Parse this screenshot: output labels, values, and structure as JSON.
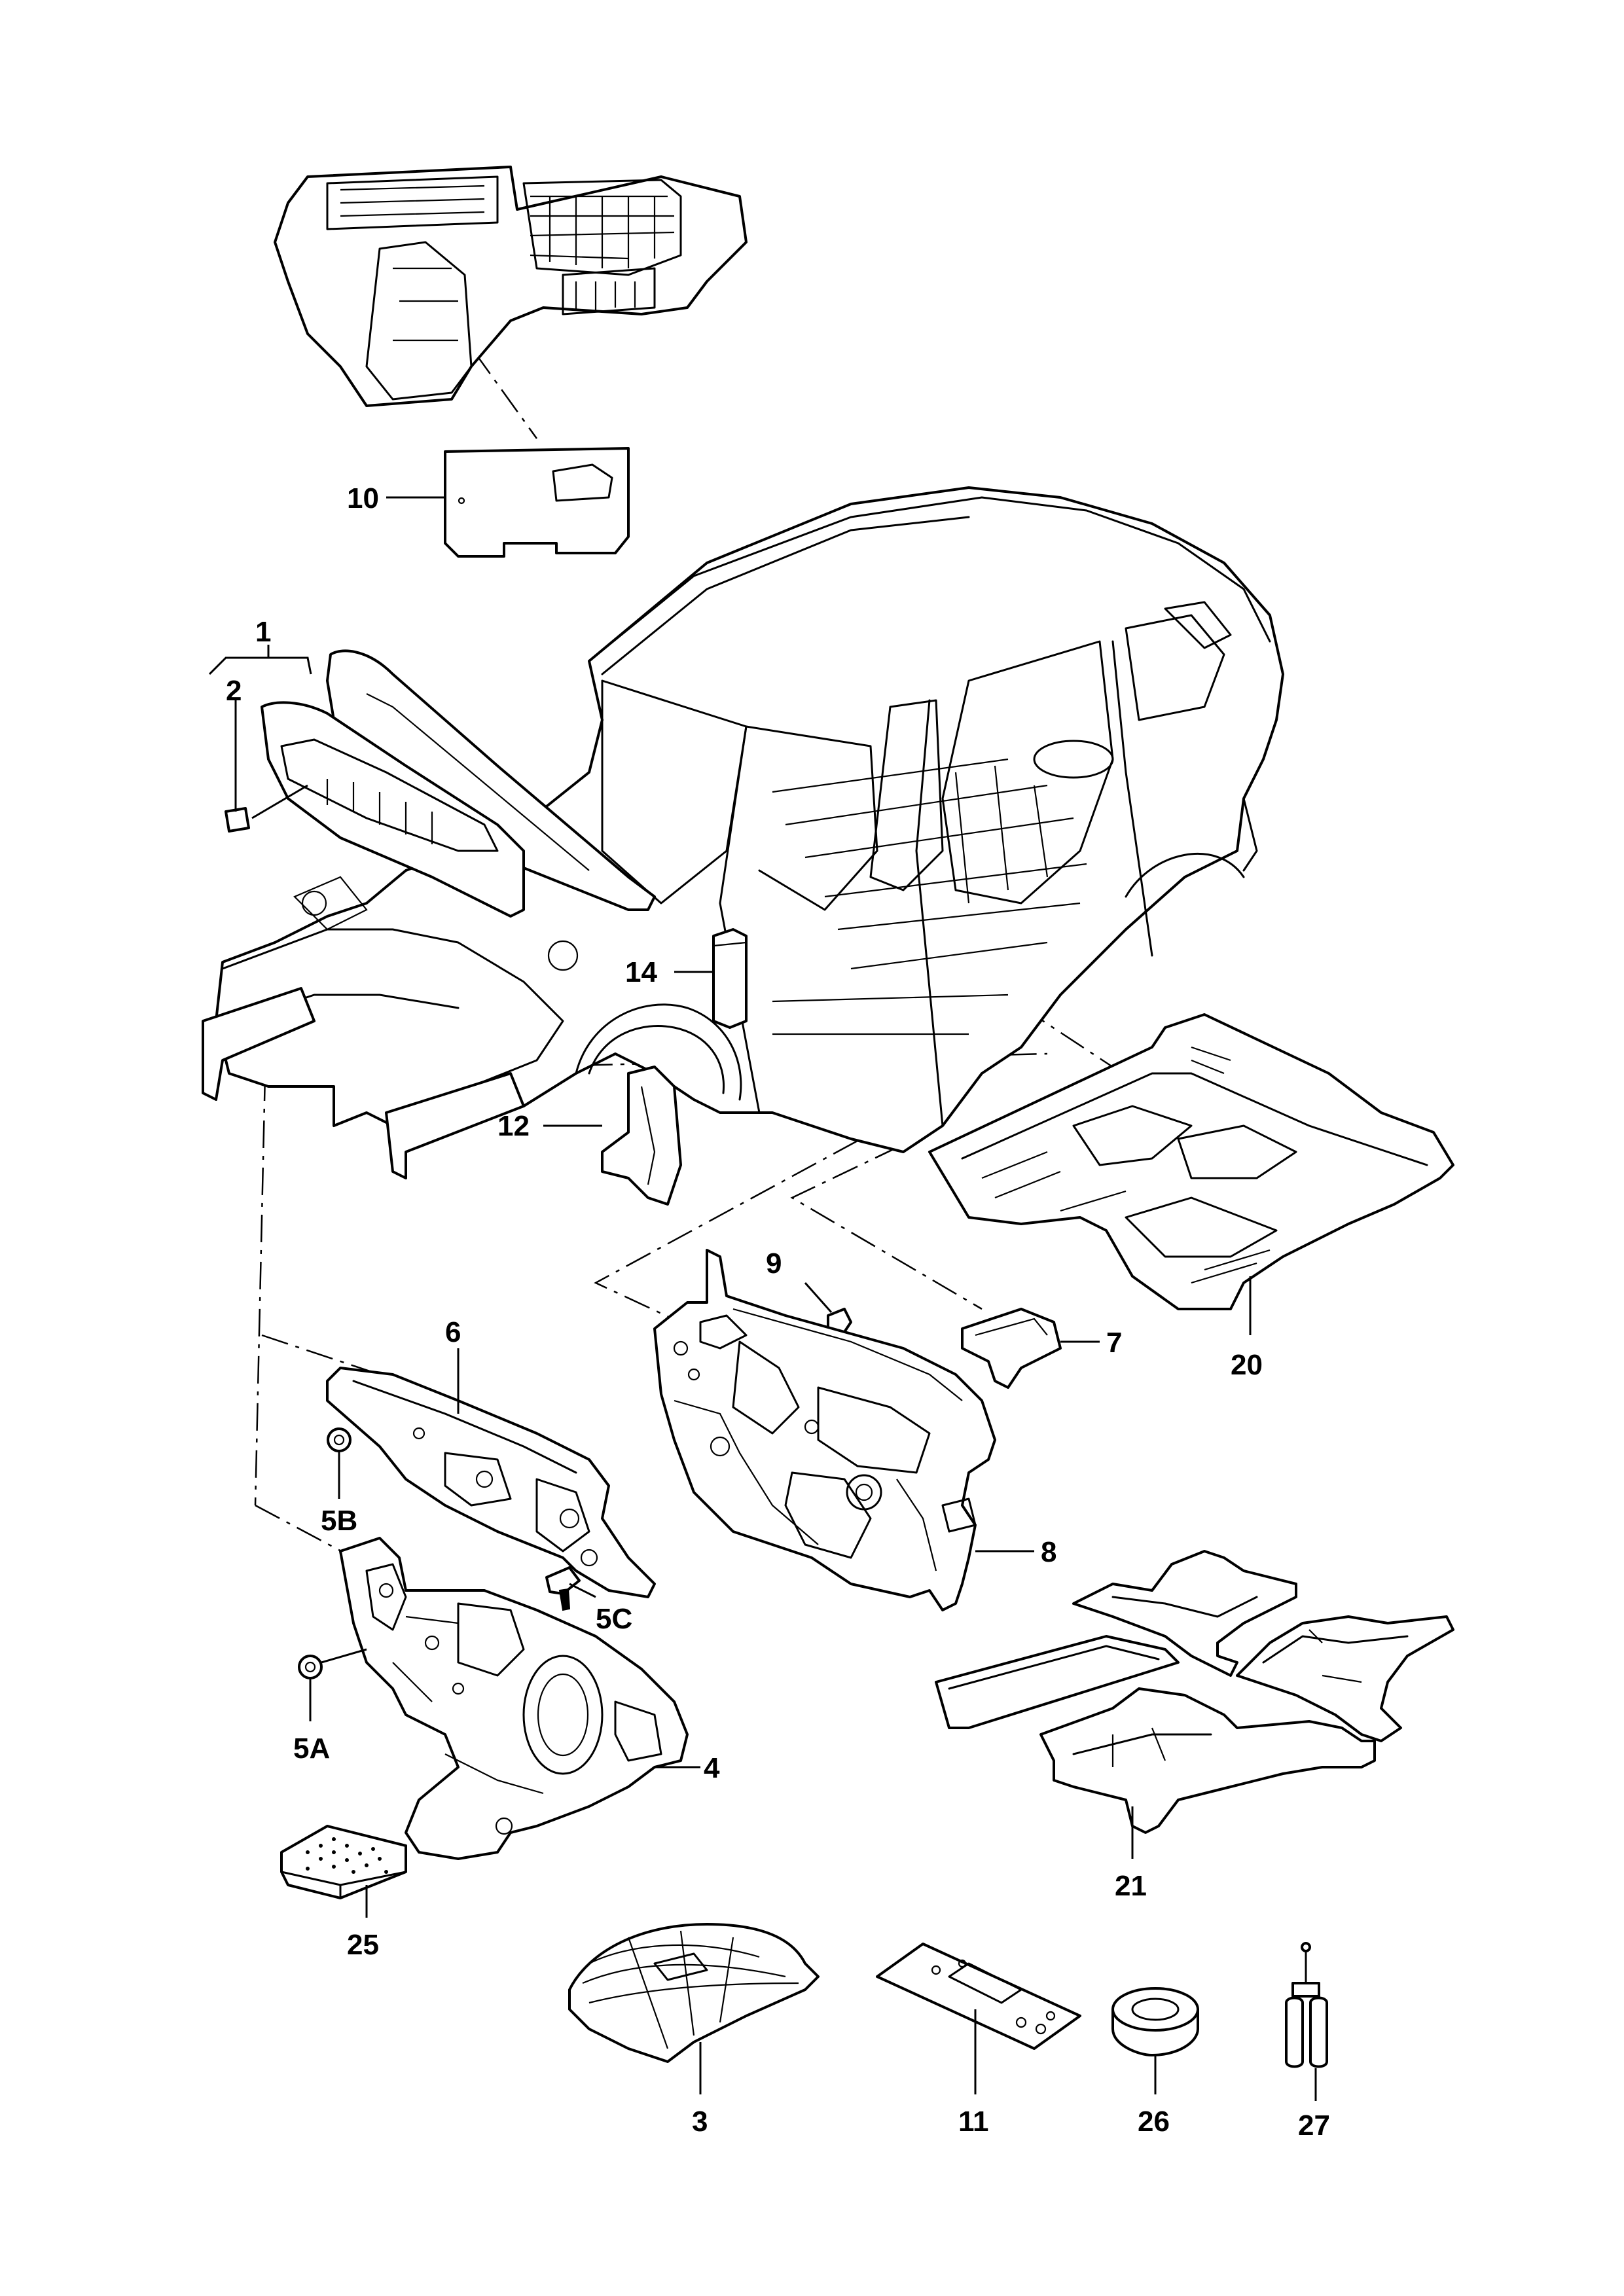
{
  "callouts": {
    "c1": "1",
    "c2": "2",
    "c3": "3",
    "c4": "4",
    "c5a": "5A",
    "c5b": "5B",
    "c5c": "5C",
    "c6": "6",
    "c7": "7",
    "c8": "8",
    "c9": "9",
    "c10": "10",
    "c11": "11",
    "c12": "12",
    "c14": "14",
    "c20": "20",
    "c21": "21",
    "c25": "25",
    "c26": "26",
    "c27": "27"
  },
  "colors": {
    "line": "#000000",
    "background": "#ffffff"
  }
}
